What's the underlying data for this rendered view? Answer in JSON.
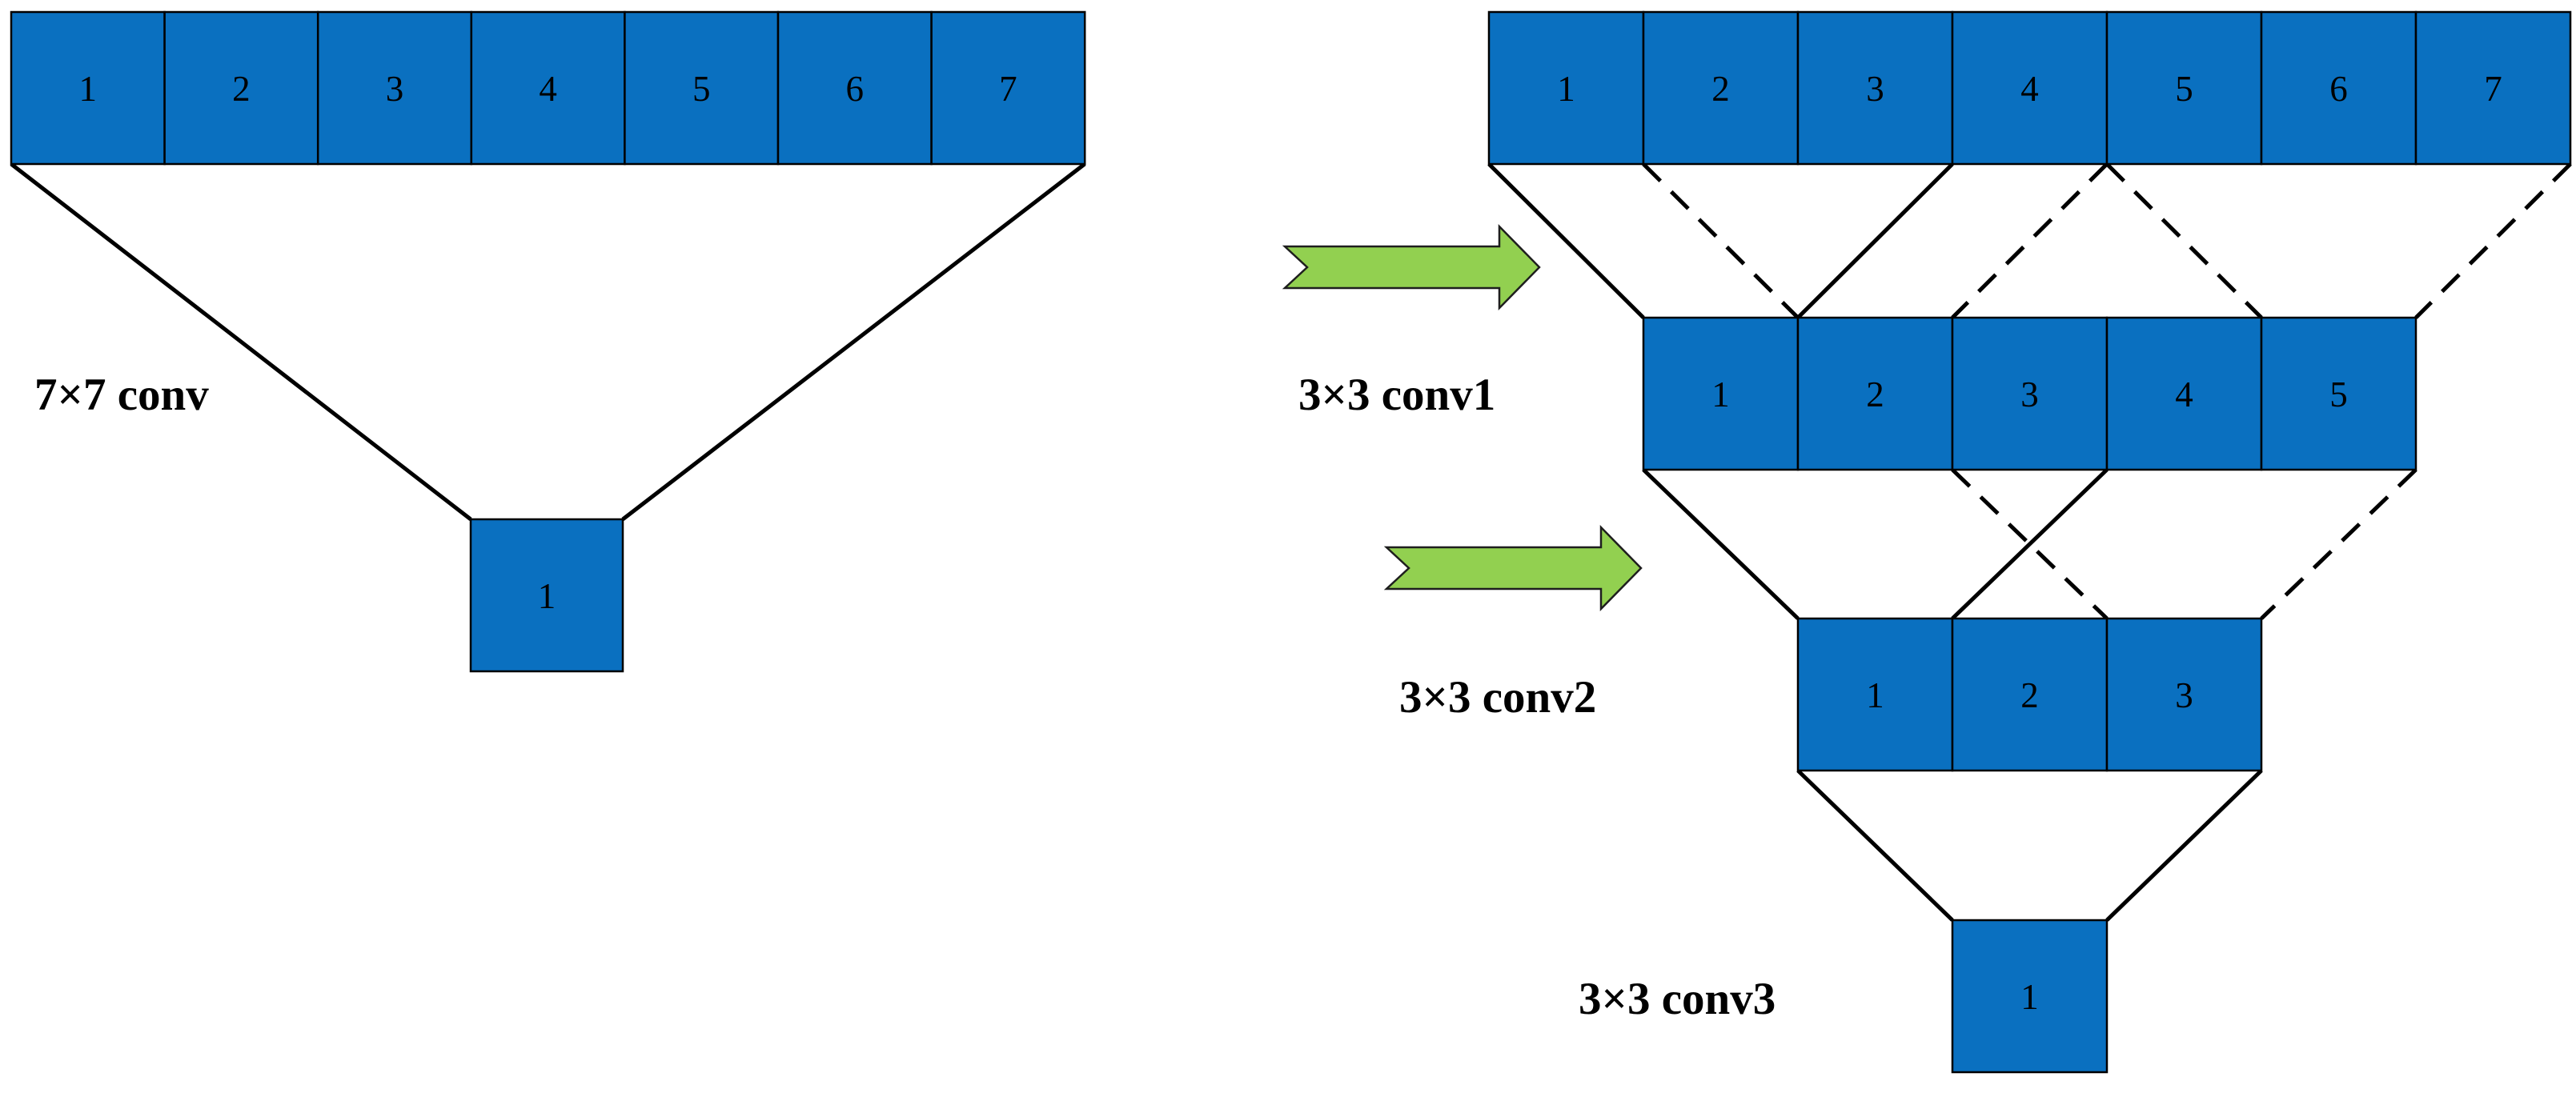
{
  "colors": {
    "background": "#ffffff",
    "cell_fill": "#0a70c0",
    "cell_border": "#000000",
    "connector_line": "#000000",
    "arrow_fill": "#92d050",
    "arrow_outline": "#1e1e1e",
    "text": "#000000"
  },
  "left_diagram": {
    "label": "7×7 conv",
    "input_row": {
      "cells": [
        "1",
        "2",
        "3",
        "4",
        "5",
        "6",
        "7"
      ]
    },
    "output_row": {
      "cells": [
        "1"
      ]
    }
  },
  "right_diagram": {
    "input_row": {
      "cells": [
        "1",
        "2",
        "3",
        "4",
        "5",
        "6",
        "7"
      ]
    },
    "conv1": {
      "label": "3×3 conv1",
      "cells": [
        "1",
        "2",
        "3",
        "4",
        "5"
      ]
    },
    "conv2": {
      "label": "3×3 conv2",
      "cells": [
        "1",
        "2",
        "3"
      ]
    },
    "conv3": {
      "label": "3×3 conv3",
      "cells": [
        "1"
      ]
    },
    "arrows": [
      {
        "name": "green-right-arrow-top"
      },
      {
        "name": "green-right-arrow-bottom"
      }
    ]
  }
}
